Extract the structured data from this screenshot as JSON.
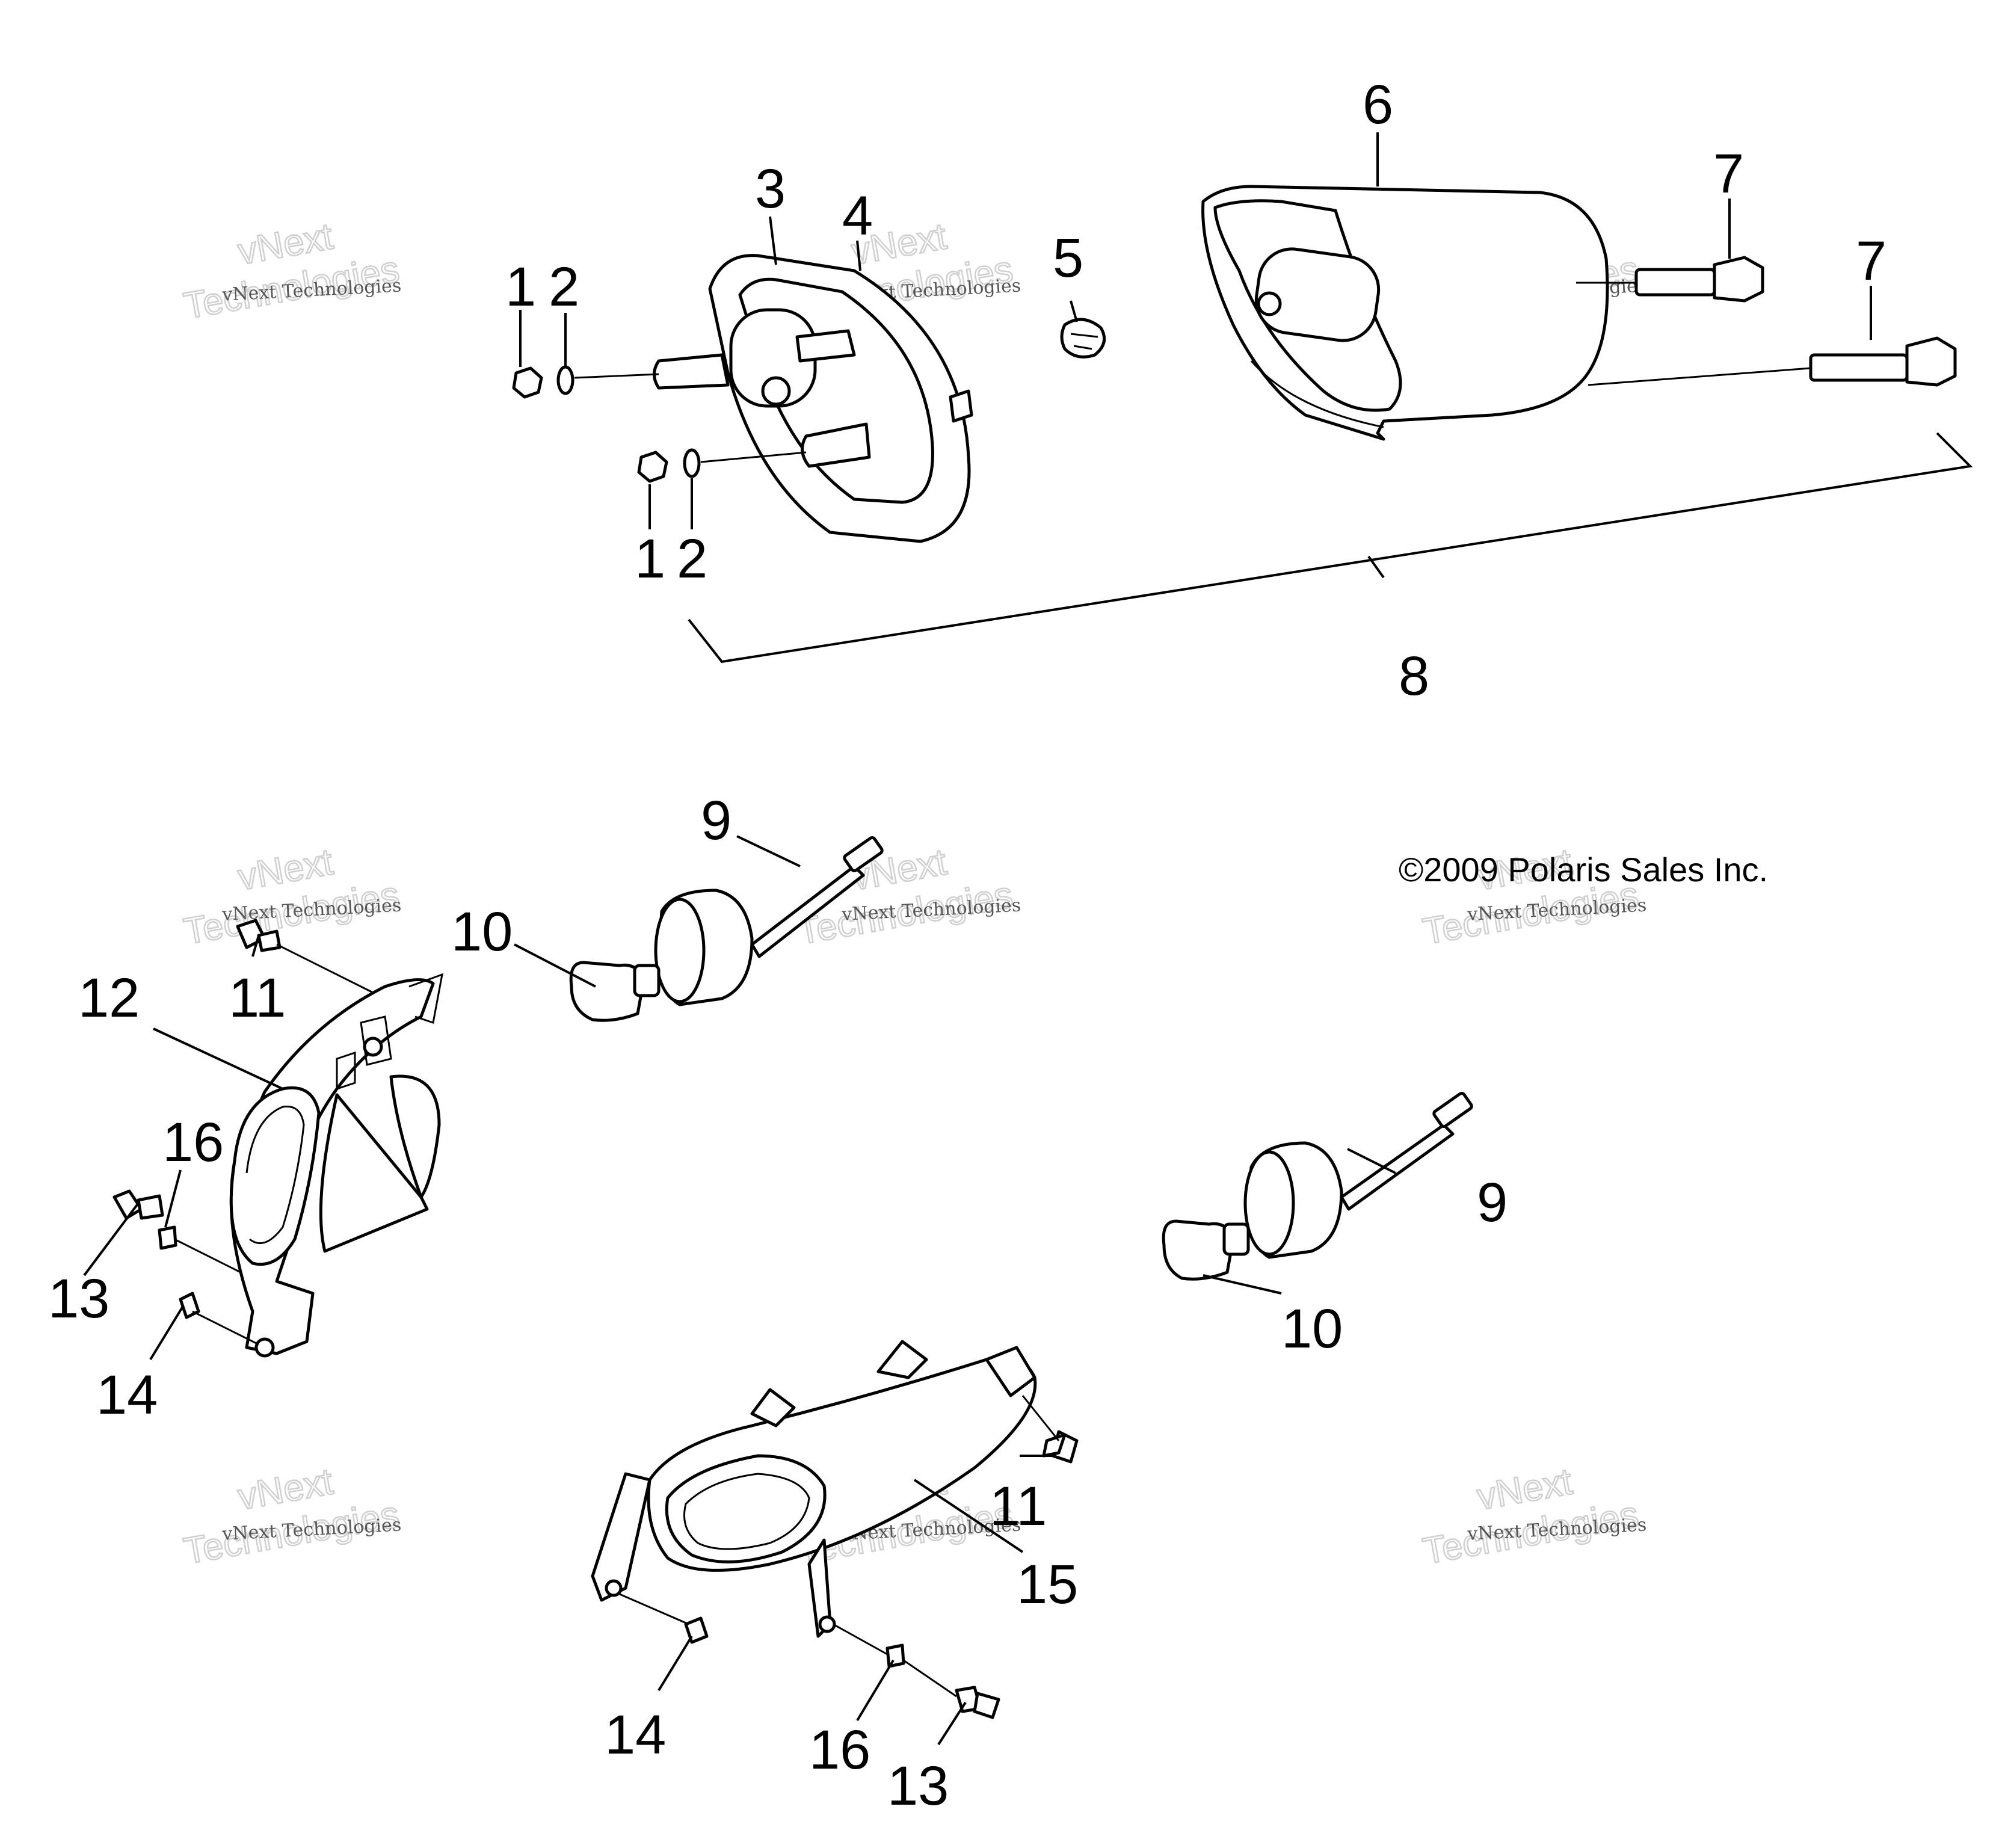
{
  "diagram": {
    "copyright": "©2009 Polaris Sales Inc.",
    "watermark_text": "vNext Technologies",
    "watermark_outline_line1": "vNext",
    "watermark_outline_line2": "Technologies",
    "callouts": {
      "c1": "1",
      "c2a": "2",
      "c3": "3",
      "c4": "4",
      "c5": "5",
      "c6": "6",
      "c7a": "7",
      "c7b": "7",
      "c8": "8",
      "c12a": "1",
      "c12b": "2",
      "c9a": "9",
      "c10a": "10",
      "c11a": "11",
      "c12c": "12",
      "c16a": "16",
      "c13a": "13",
      "c14a": "14",
      "c9b": "9",
      "c10b": "10",
      "c11b": "11",
      "c15": "15",
      "c14b": "14",
      "c16b": "16",
      "c13b": "13"
    }
  }
}
